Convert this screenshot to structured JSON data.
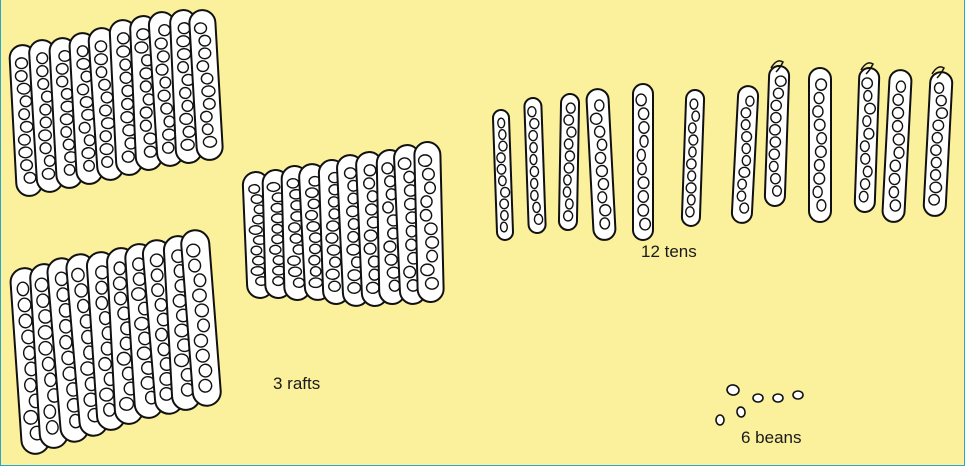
{
  "labels": {
    "tens": "12 tens",
    "rafts": "3 rafts",
    "beans": "6 beans"
  },
  "counts": {
    "rafts": 3,
    "tens_per_raft": 10,
    "loose_tens": 12,
    "loose_beans": 6
  },
  "colors": {
    "background": "#fbf09b",
    "stroke": "#111111",
    "fill": "#ffffff",
    "frame": "#2aa6c8"
  }
}
